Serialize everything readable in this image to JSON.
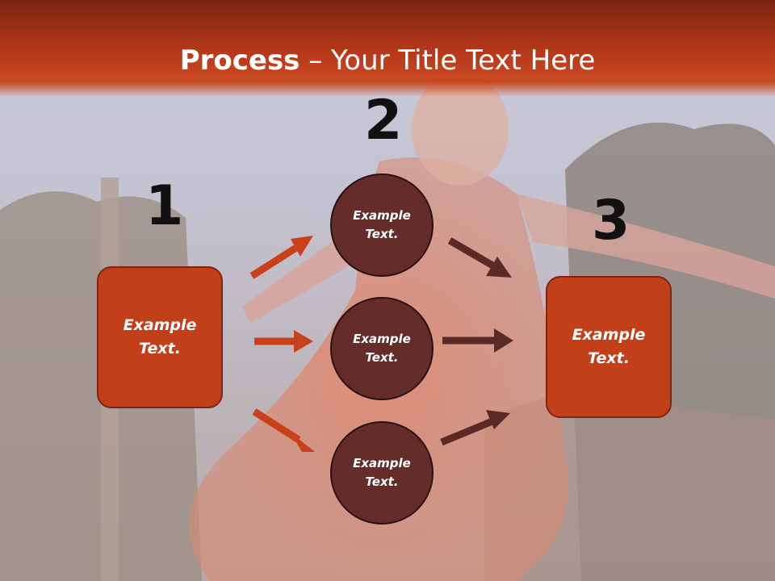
{
  "slide": {
    "title_bold": "Process",
    "title_rest": " – Your Title Text Here",
    "steps": [
      {
        "number": "1",
        "label": "Example Text."
      },
      {
        "number": "2",
        "label": "Example Text."
      },
      {
        "number": "3",
        "label": "Example Text."
      }
    ],
    "circles": [
      {
        "label": "Example Text."
      },
      {
        "label": "Example Text."
      },
      {
        "label": "Example Text."
      }
    ]
  },
  "colors": {
    "header": "#c1401a",
    "box": "#c1401a",
    "circle": "#642d2a",
    "arrow_orange": "#c8401c",
    "arrow_brown": "#5c2a26"
  }
}
